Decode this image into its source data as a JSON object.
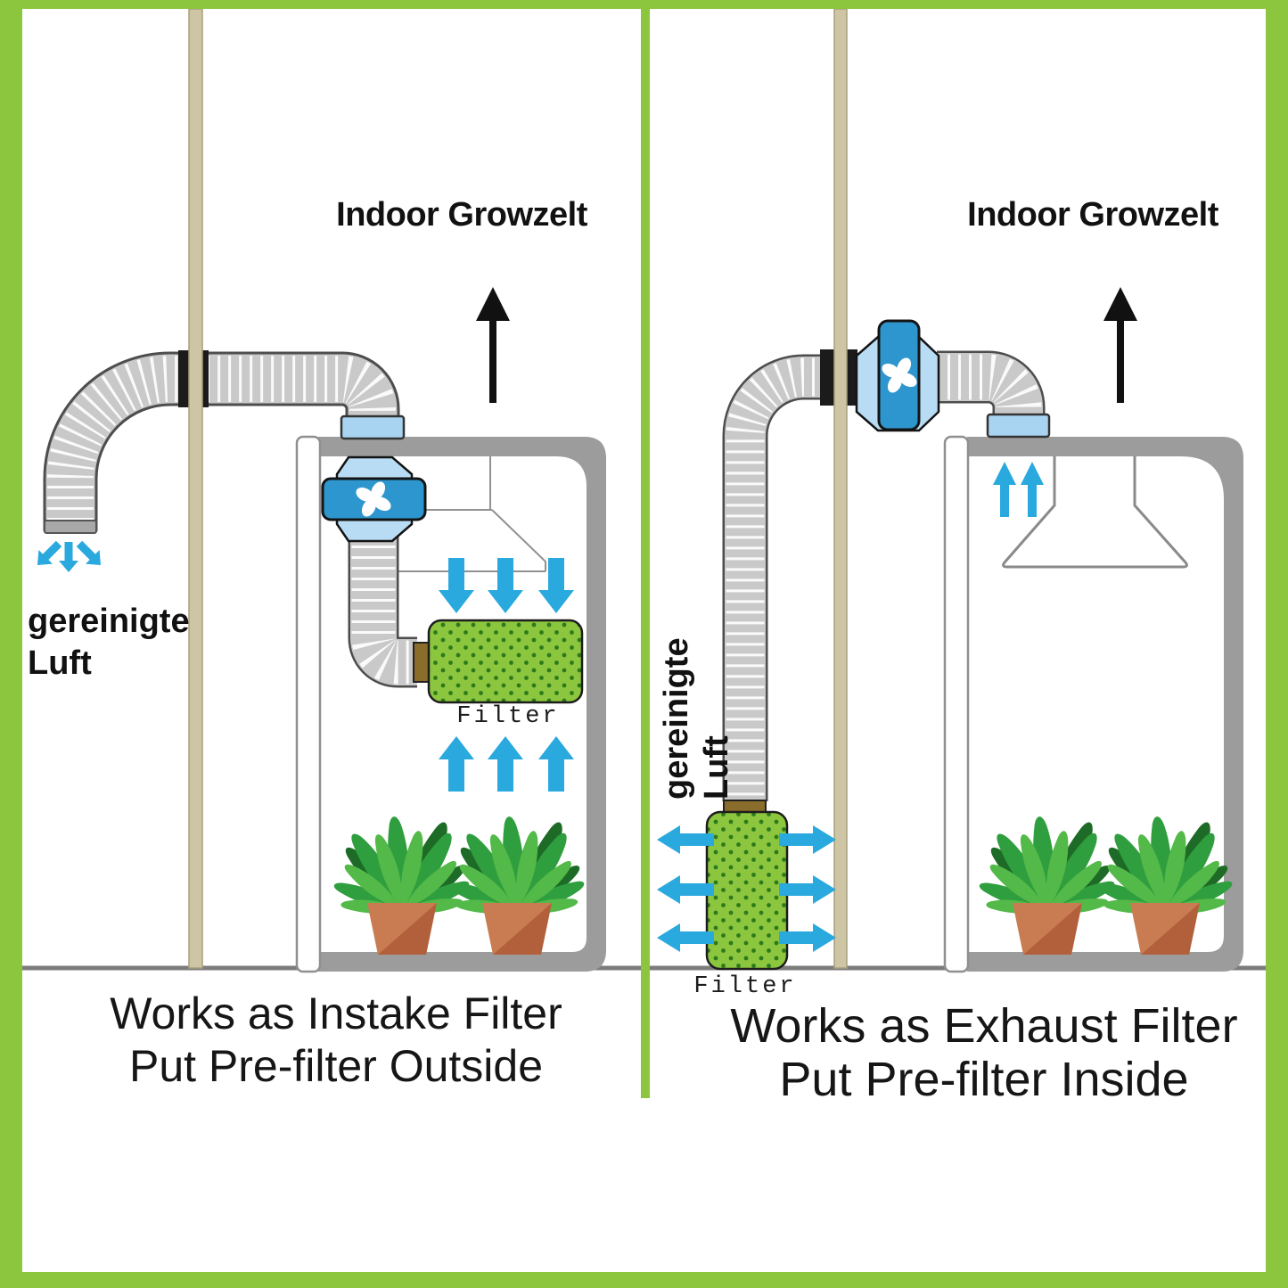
{
  "colors": {
    "frame_green": "#8CC63F",
    "arrow_blue": "#29A9DE",
    "filter_green": "#8CC63E",
    "filter_dot_green": "#2C7A1A",
    "fan_dark_blue": "#2E96CE",
    "fan_light_blue": "#B9DCF5",
    "flange_blue": "#A9D4F1",
    "duct_gray": "#C9C9C9",
    "tent_gray": "#9C9C9C",
    "wall_tan": "#CDC5A3",
    "pot_terracotta": "#C97C52"
  },
  "left_panel": {
    "title": "Indoor Growzelt",
    "clean_air_line1": "gereinigte",
    "clean_air_line2": "Luft",
    "filter_label": "Filter",
    "caption_line1": "Works as Instake Filter",
    "caption_line2": "Put Pre-filter Outside"
  },
  "right_panel": {
    "title": "Indoor Growzelt",
    "clean_air_line1": "gereinigte",
    "clean_air_line2": "Luft",
    "filter_label": "Filter",
    "caption_line1": "Works as Exhaust Filter",
    "caption_line2": "Put Pre-filter Inside"
  }
}
